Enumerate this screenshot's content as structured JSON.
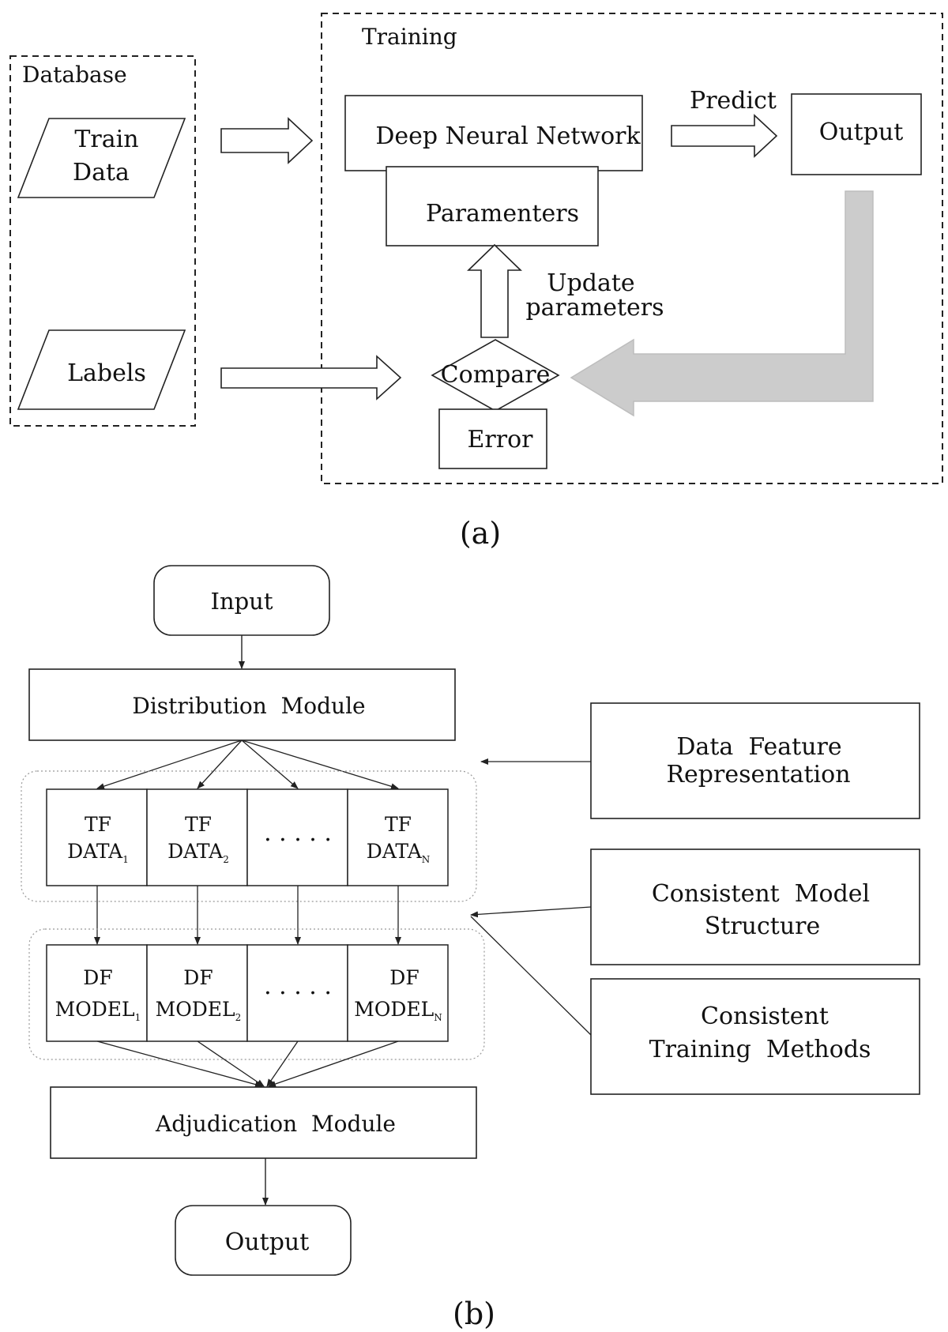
{
  "panel_a": {
    "caption": "(a)",
    "database": {
      "title": "Database",
      "train_data": [
        "Train",
        "Data"
      ],
      "labels": "Labels"
    },
    "training": {
      "title": "Training",
      "dnn": "Deep Neural Network",
      "parameters": "Paramenters",
      "predict": "Predict",
      "output": "Output",
      "update": [
        "Update",
        "parameters"
      ],
      "compare": "Compare",
      "error": "Error"
    }
  },
  "panel_b": {
    "caption": "(b)",
    "input": "Input",
    "distribution": "Distribution  Module",
    "tf_top": "TF",
    "tf_base": "DATA",
    "tf_subs": [
      "1",
      "2",
      "N"
    ],
    "df_top": "DF",
    "df_base": "MODEL",
    "df_subs": [
      "1",
      "2",
      "N"
    ],
    "ellipsis": ". . . . .",
    "adjudication": "Adjudication  Module",
    "output": "Output",
    "data_feature": [
      "Data  Feature",
      "Representation"
    ],
    "consistent_model": [
      "Consistent  Model",
      "Structure"
    ],
    "consistent_training": [
      "Consistent",
      "Training  Methods"
    ]
  }
}
